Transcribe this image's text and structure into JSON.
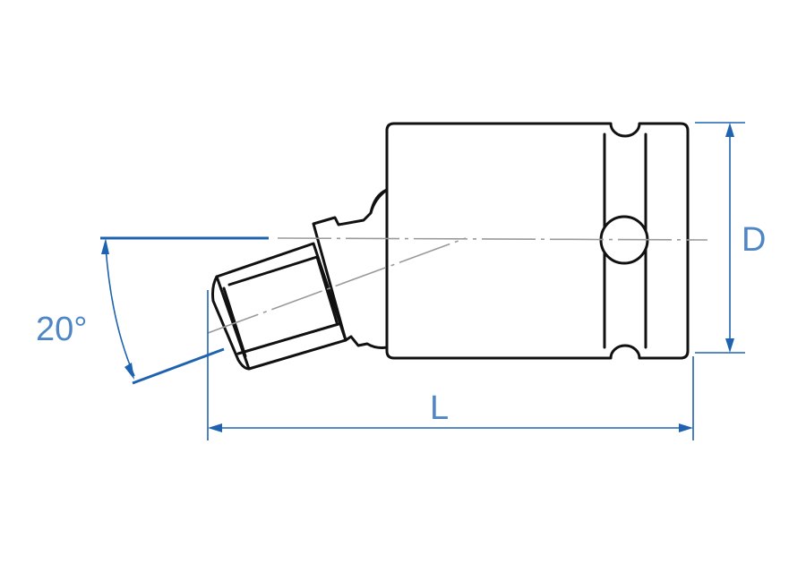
{
  "dimensions": {
    "angle_label": "20°",
    "length_label": "L",
    "diameter_label": "D"
  },
  "colors": {
    "dimension": "#1f63b0",
    "label": "#4f86c6",
    "outline": "#111111",
    "centerline": "#9a9a9a"
  }
}
